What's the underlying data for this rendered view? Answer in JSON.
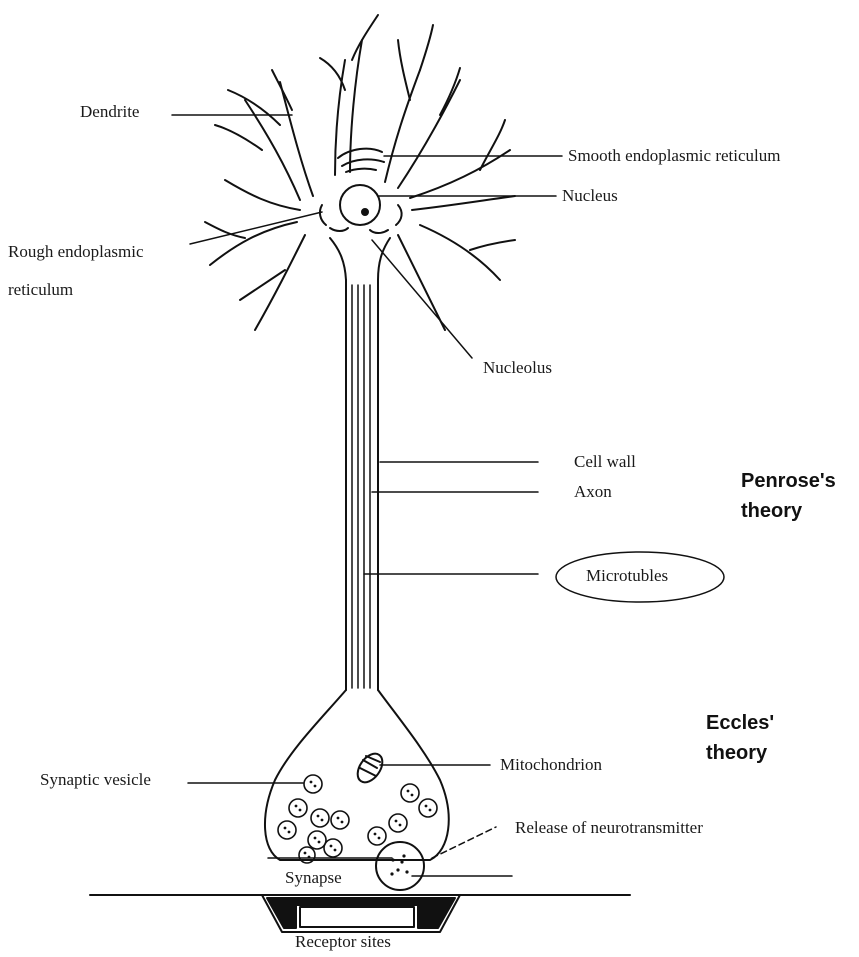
{
  "labels": {
    "dendrite": "Dendrite",
    "smooth_er": "Smooth endoplasmic reticulum",
    "nucleus": "Nucleus",
    "rough_er_line1": "Rough endoplasmic",
    "rough_er_line2": "reticulum",
    "nucleolus": "Nucleolus",
    "cell_wall": "Cell wall",
    "axon": "Axon",
    "microtubles": "Microtubles",
    "synaptic_vesicle": "Synaptic vesicle",
    "mitochondrion": "Mitochondrion",
    "release": "Release of neurotransmitter",
    "synapse": "Synapse",
    "receptor_sites": "Receptor sites"
  },
  "theories": {
    "penrose_line1": "Penrose's",
    "penrose_line2": "theory",
    "eccles_line1": "Eccles'",
    "eccles_line2": "theory"
  }
}
